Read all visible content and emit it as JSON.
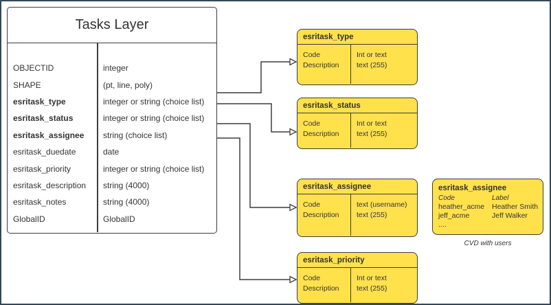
{
  "main_table": {
    "title": "Tasks Layer",
    "rows": [
      {
        "field": "OBJECTID",
        "type": "integer"
      },
      {
        "field": "SHAPE",
        "type": "(pt, line, poly)"
      },
      {
        "field": "esritask_type",
        "type": "integer or string (choice list)"
      },
      {
        "field": "esritask_status",
        "type": "integer or string (choice list)"
      },
      {
        "field": "esritask_assignee",
        "type": "string (choice list)"
      },
      {
        "field": "esritask_duedate",
        "type": "date"
      },
      {
        "field": "esritask_priority",
        "type": "integer or string (choice list)"
      },
      {
        "field": "esritask_description",
        "type": "string (4000)"
      },
      {
        "field": "esritask_notes",
        "type": "string (4000)"
      },
      {
        "field": "GlobalID",
        "type": "GlobalID"
      }
    ]
  },
  "domain_boxes": [
    {
      "title": "esritask_type",
      "left_rows": [
        "Code",
        "Description"
      ],
      "right_rows": [
        "Int or text",
        "text (255)"
      ]
    },
    {
      "title": "esritask_status",
      "left_rows": [
        "Code",
        "Description"
      ],
      "right_rows": [
        "Int or text",
        "text (255)"
      ]
    },
    {
      "title": "esritask_assignee",
      "left_rows": [
        "Code",
        "Description"
      ],
      "right_rows": [
        "text  (username)",
        "text (255)"
      ]
    },
    {
      "title": "esritask_priority",
      "left_rows": [
        "Code",
        "Description"
      ],
      "right_rows": [
        "Int or text",
        "text (255)"
      ]
    }
  ],
  "cvd_box": {
    "title": "esritask_assignee",
    "col_headers": [
      "Code",
      "Label"
    ],
    "rows": [
      {
        "code": "heather_acme",
        "label": "Heather Smith"
      },
      {
        "code": "jeff_acme",
        "label": "Jeff Walker"
      }
    ],
    "ellipsis": "....",
    "caption": "CVD with users"
  },
  "colors": {
    "domain_fill": "#FFE14C",
    "line": "#3B3B3B",
    "outer": "#33475B"
  }
}
